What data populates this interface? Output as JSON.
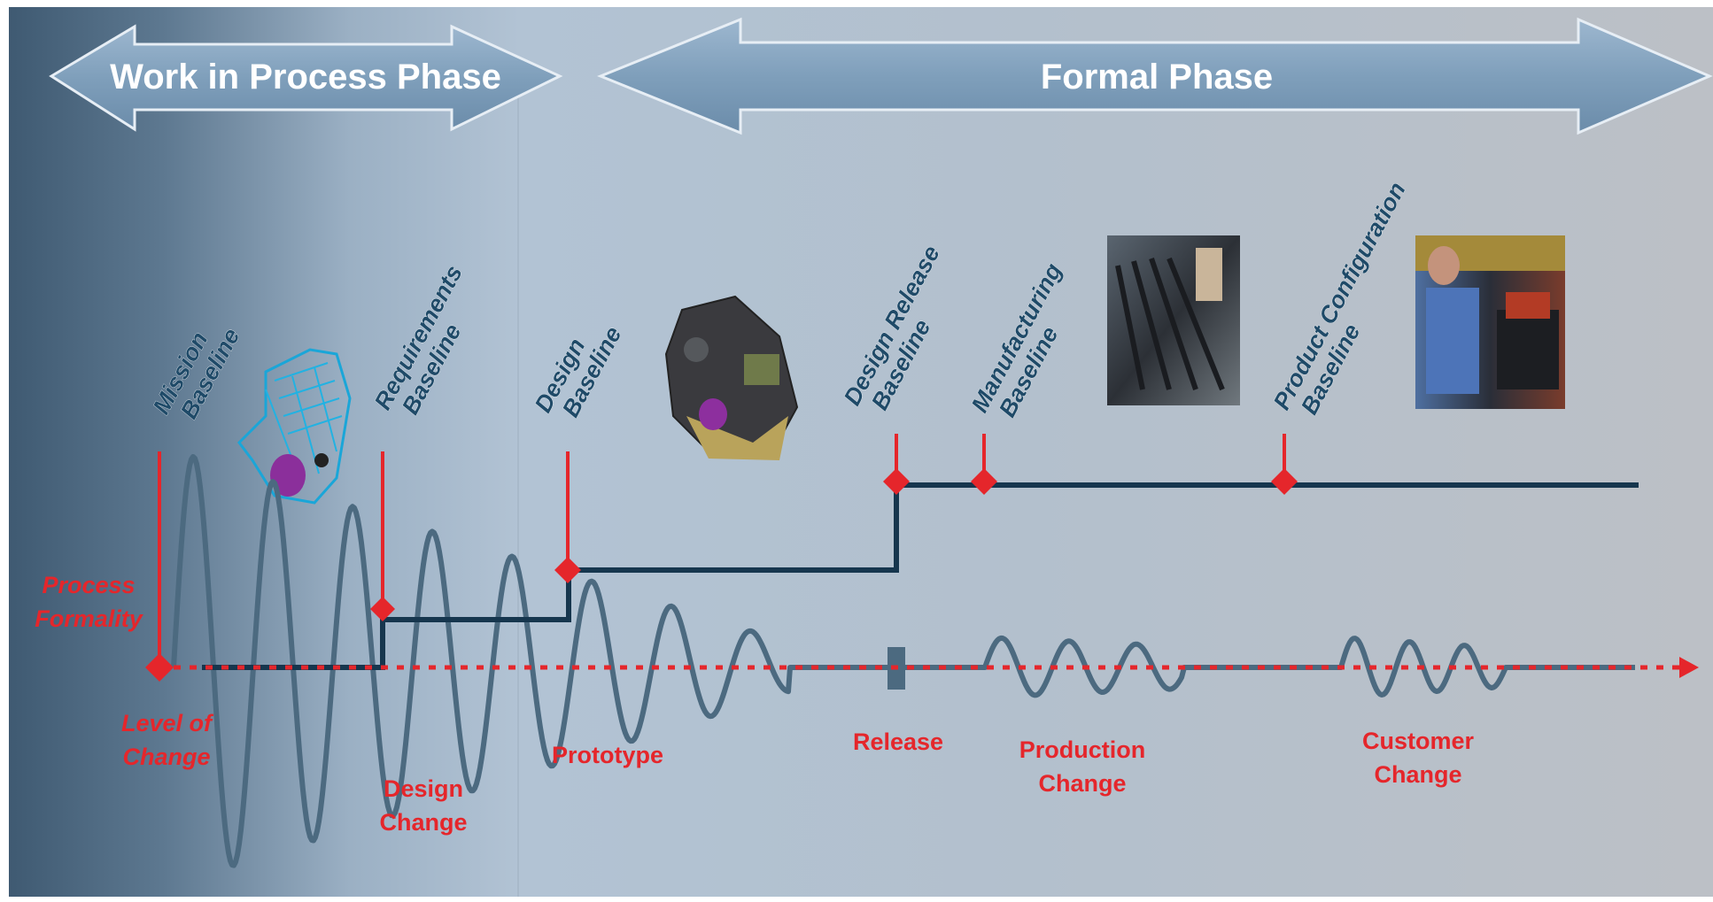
{
  "phases": {
    "work_in_process": "Work in Process Phase",
    "formal": "Formal Phase"
  },
  "axis": {
    "process_formality": [
      "Process",
      "Formality"
    ],
    "level_of_change": [
      "Level of",
      "Change"
    ]
  },
  "milestones": {
    "mission": [
      "Mission",
      "Baseline"
    ],
    "requirements": [
      "Requirements",
      "Baseline"
    ],
    "design": [
      "Design",
      "Baseline"
    ],
    "design_release": [
      "Design Release",
      "Baseline"
    ],
    "manufacturing": [
      "Manufacturing",
      "Baseline"
    ],
    "product_configuration": [
      "Product Configuration",
      "Baseline"
    ]
  },
  "events": {
    "design_change": [
      "Design",
      "Change"
    ],
    "prototype": "Prototype",
    "release": "Release",
    "production_change": [
      "Production",
      "Change"
    ],
    "customer_change": [
      "Customer",
      "Change"
    ]
  },
  "images": {
    "wireframe_engine": "wireframe-engine-model",
    "rendered_engine": "rendered-engine-model",
    "assembly_line": "engine-assembly-line-photo",
    "technician": "technician-workstation-photo"
  },
  "colors": {
    "formality_line": "#16364e",
    "change_wave": "#4c6a80",
    "milestone_red": "#e5262b",
    "arrow_fill": "#7f9fbb",
    "label_red": "#e5262b"
  }
}
